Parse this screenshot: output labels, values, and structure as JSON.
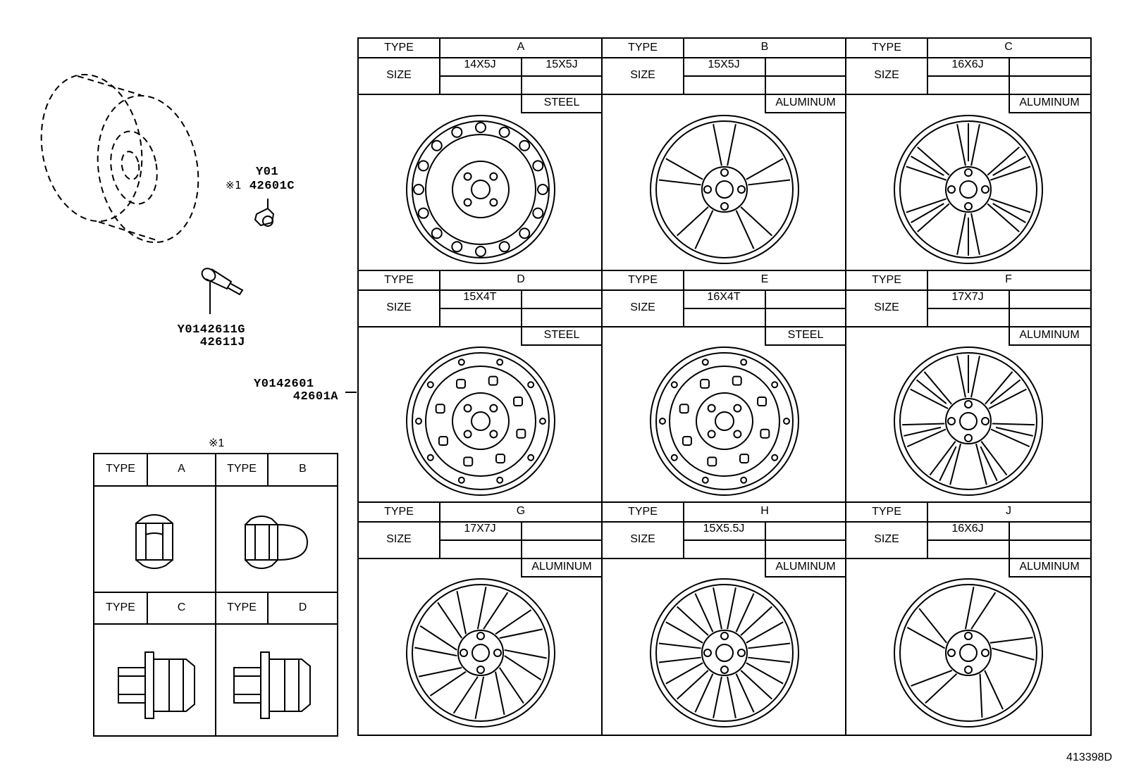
{
  "figure_number": "413398D",
  "callouts": {
    "valve_stem": {
      "line1": "Y0142611G",
      "line2": "42611J"
    },
    "hub_nut": {
      "line1": "Y01",
      "line2": "42601C",
      "note": "※1"
    },
    "wheel": {
      "line1": "Y0142601",
      "line2": "42601A"
    }
  },
  "nut_table": {
    "note": "※1",
    "type_label": "TYPE",
    "types": [
      "A",
      "B",
      "C",
      "D"
    ]
  },
  "wheel_table": {
    "type_label": "TYPE",
    "size_label": "SIZE",
    "wheels": [
      {
        "type": "A",
        "sizes": [
          "14X5J",
          "15X5J"
        ],
        "material": "STEEL",
        "icon": "steel-wheel-holes-icon"
      },
      {
        "type": "B",
        "sizes": [
          "15X5J"
        ],
        "material": "ALUMINUM",
        "icon": "alloy-wheel-5-spoke-icon"
      },
      {
        "type": "C",
        "sizes": [
          "16X6J"
        ],
        "material": "ALUMINUM",
        "icon": "alloy-wheel-6-spoke-icon"
      },
      {
        "type": "D",
        "sizes": [
          "15X4T"
        ],
        "material": "STEEL",
        "icon": "steel-wheel-spare-icon"
      },
      {
        "type": "E",
        "sizes": [
          "16X4T"
        ],
        "material": "STEEL",
        "icon": "steel-wheel-spare-icon"
      },
      {
        "type": "F",
        "sizes": [
          "17X7J"
        ],
        "material": "ALUMINUM",
        "icon": "alloy-wheel-split-spoke-icon"
      },
      {
        "type": "G",
        "sizes": [
          "17X7J"
        ],
        "material": "ALUMINUM",
        "icon": "alloy-wheel-curved-spoke-icon"
      },
      {
        "type": "H",
        "sizes": [
          "15X5.5J"
        ],
        "material": "ALUMINUM",
        "icon": "alloy-wheel-10-spoke-icon"
      },
      {
        "type": "J",
        "sizes": [
          "16X6J"
        ],
        "material": "ALUMINUM",
        "icon": "alloy-wheel-twist-spoke-icon"
      }
    ]
  }
}
